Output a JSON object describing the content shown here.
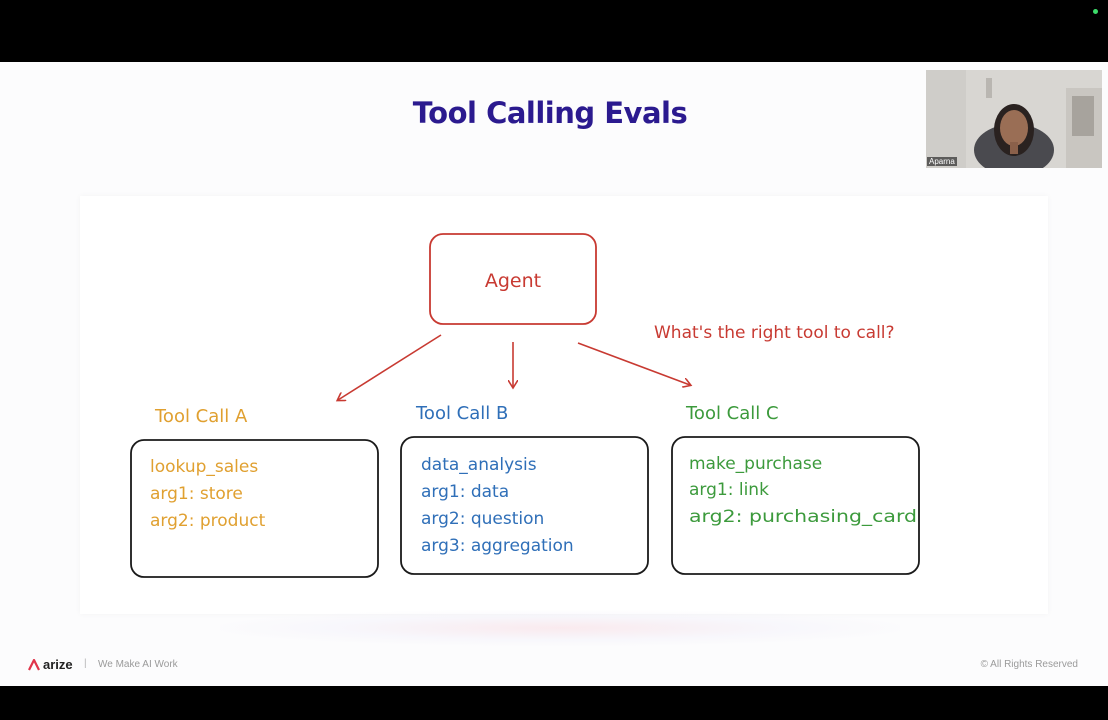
{
  "slide": {
    "title": "Tool Calling Evals"
  },
  "diagram": {
    "agent_label": "Agent",
    "question": "What's the right tool to call?",
    "tools": [
      {
        "title": "Tool Call A",
        "color": "#e0a030",
        "lines": [
          "lookup_sales",
          "arg1: store",
          "arg2: product"
        ]
      },
      {
        "title": "Tool Call B",
        "color": "#2f6fb8",
        "lines": [
          "data_analysis",
          "arg1: data",
          "arg2: question",
          "arg3: aggregation"
        ]
      },
      {
        "title": "Tool Call C",
        "color": "#3c9a3c",
        "lines": [
          "make_purchase",
          "arg1: link",
          "arg2: purchasing_card"
        ]
      }
    ],
    "agent_color": "#c83a32"
  },
  "webcam": {
    "participant_name": "Aparna"
  },
  "footer": {
    "brand": "arize",
    "separator": "|",
    "tagline": "We Make AI Work",
    "rights": "© All Rights Reserved"
  }
}
